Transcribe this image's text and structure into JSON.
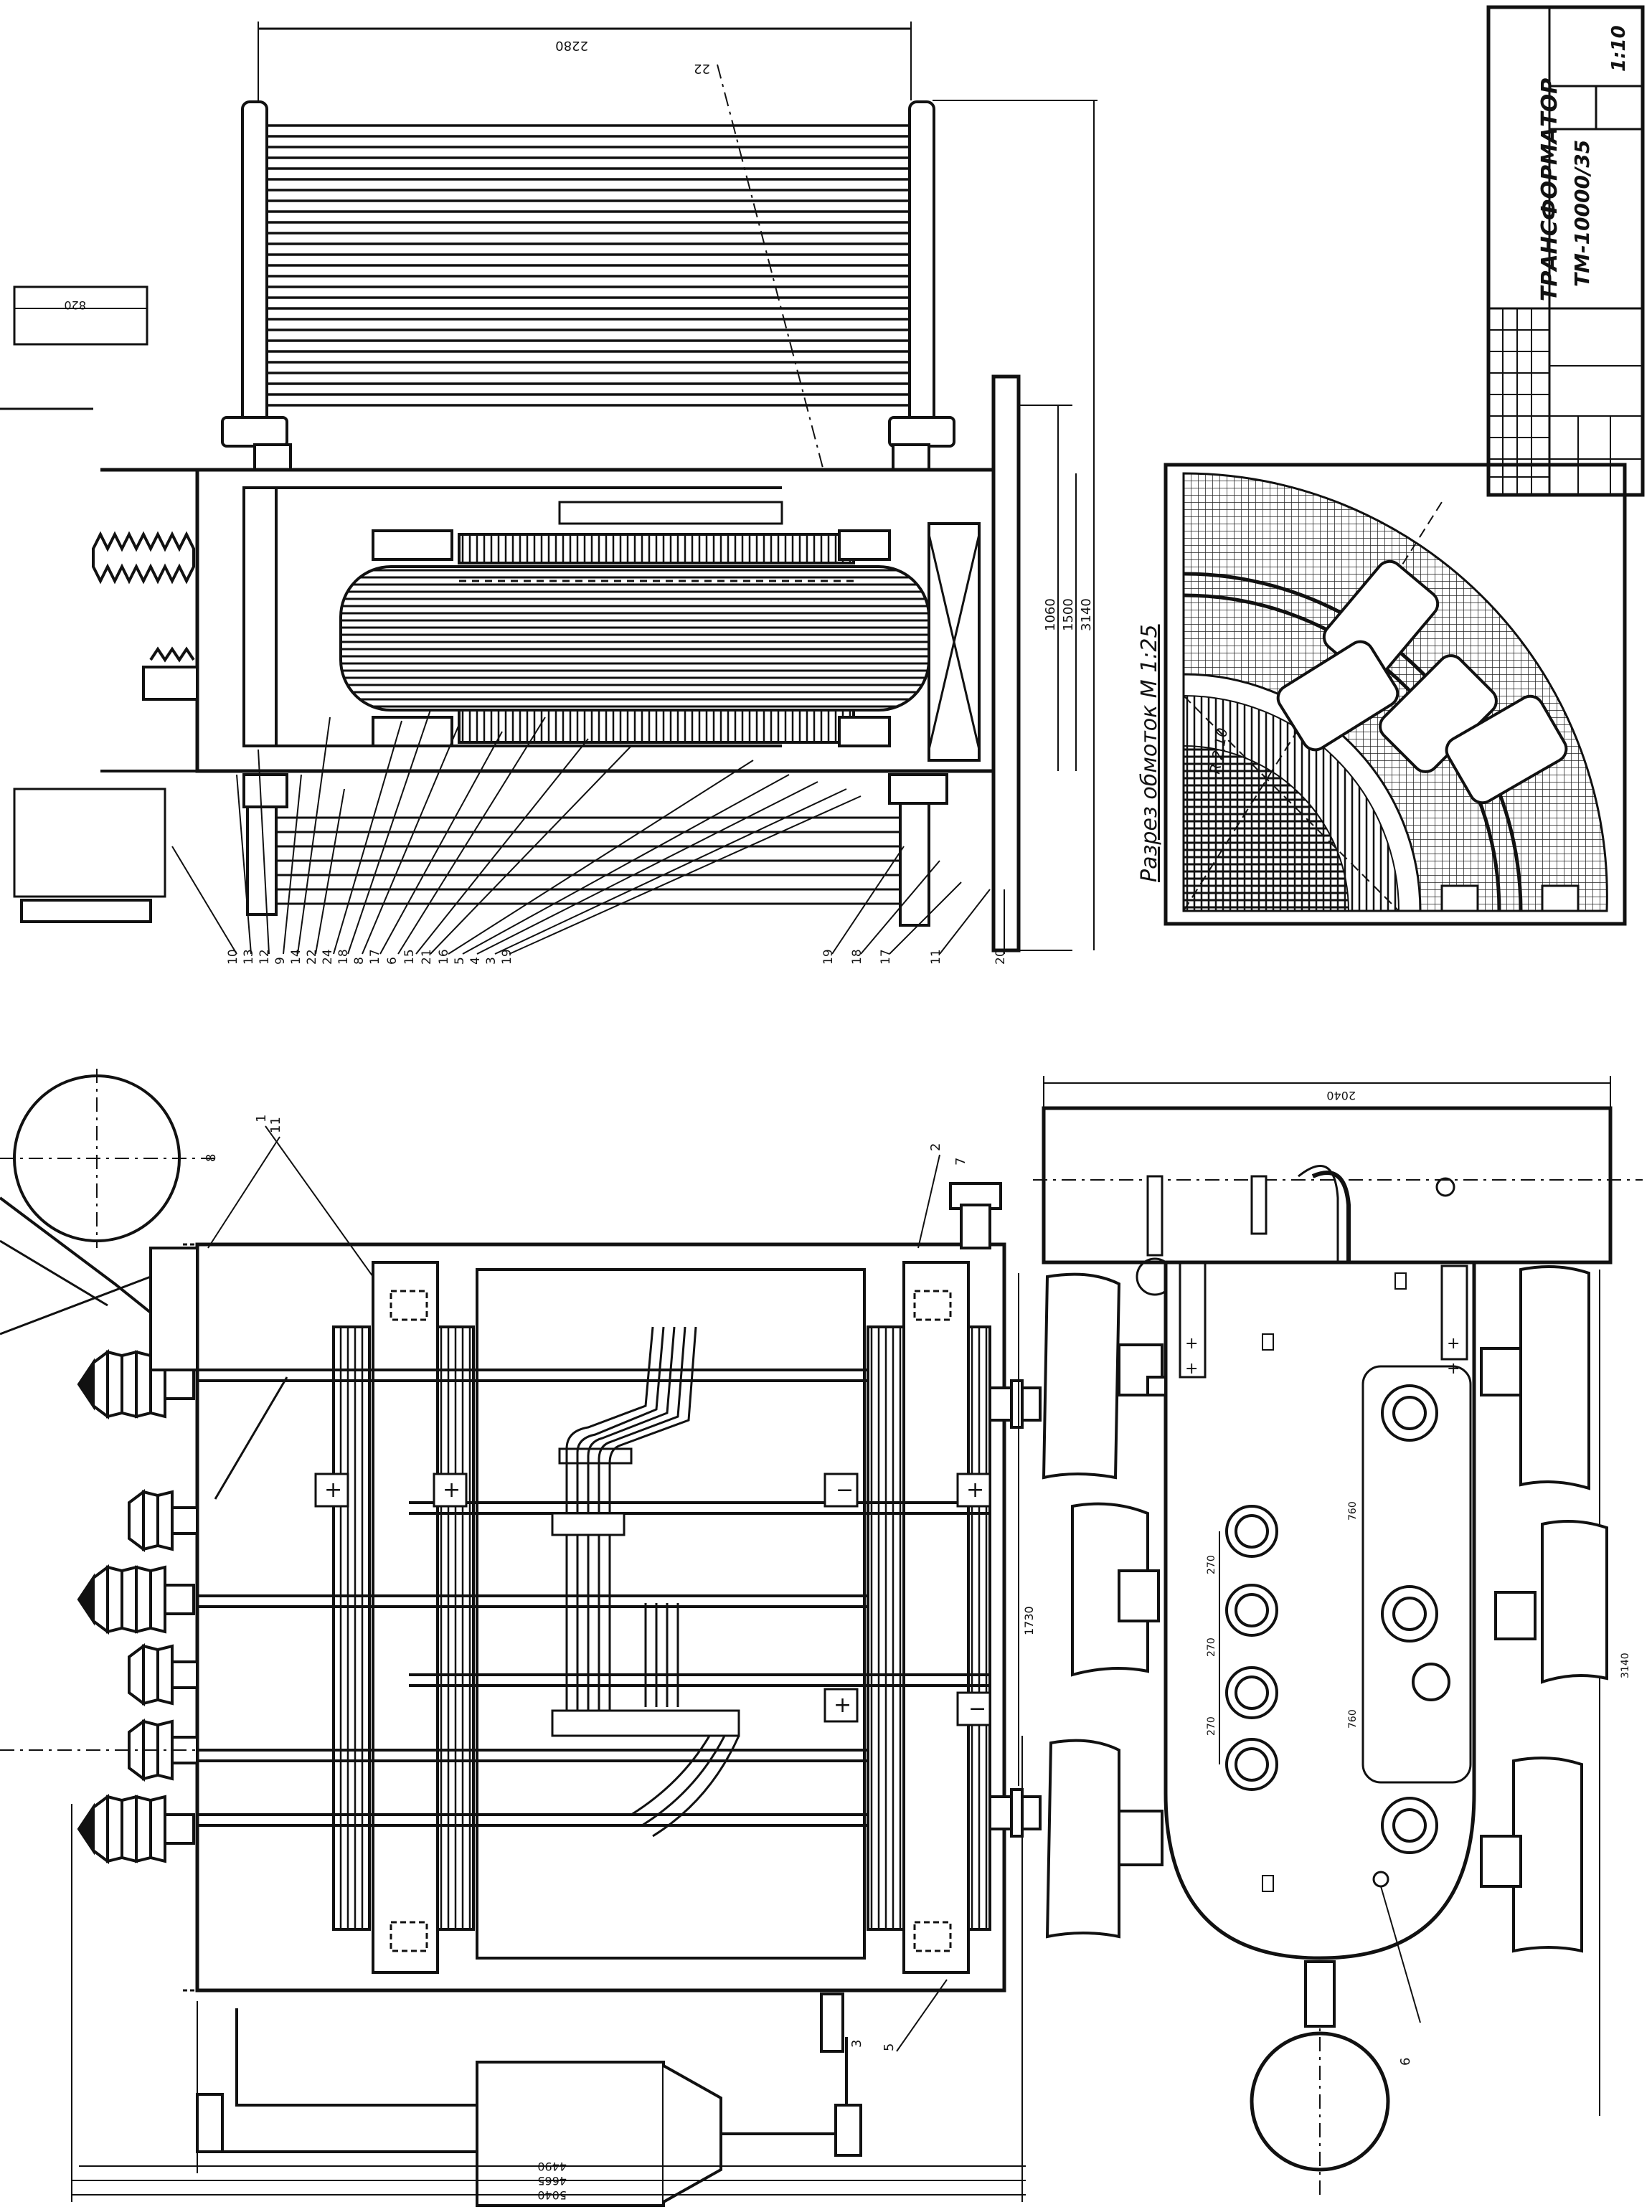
{
  "title_block": {
    "name": "ТРАНСФОРМАТОР",
    "model": "ТМ-10000/35",
    "scale": "1:10"
  },
  "section": {
    "label": "Разрез обмоток М 1:25",
    "radius_label": "R 2,10"
  },
  "dimensions": {
    "top_width": "2280",
    "top_height_a": "1060",
    "top_height_b": "1500",
    "top_height_c": "3140",
    "bottom_width_a": "4490",
    "bottom_width_b": "4665",
    "bottom_width_c": "5040",
    "bottom_right_height": "1730",
    "bottom_overall": "3140",
    "plan_width": "2040",
    "hole_spacing_1": "270",
    "hole_spacing_2": "270",
    "hole_spacing_3": "270",
    "plan_offset_1": "760",
    "plan_offset_2": "760",
    "left_box": "820"
  },
  "part_numbers": {
    "top_left_leaders": [
      "10",
      "13",
      "12",
      "9",
      "14",
      "22",
      "24",
      "18",
      "8",
      "17",
      "6",
      "15",
      "21",
      "16",
      "5",
      "4",
      "3",
      "19"
    ],
    "top_right_leaders": [
      "19",
      "18",
      "17",
      "11",
      "20"
    ],
    "top_view_marker": "22",
    "bottom_marker_a": "1",
    "bottom_marker_b": "11",
    "bottom_marker_c": "2",
    "bottom_marker_d": "7",
    "bottom_marker_e": "8",
    "bottom_marker_f": "5",
    "bottom_marker_g": "6",
    "bottom_marker_h": "3"
  }
}
